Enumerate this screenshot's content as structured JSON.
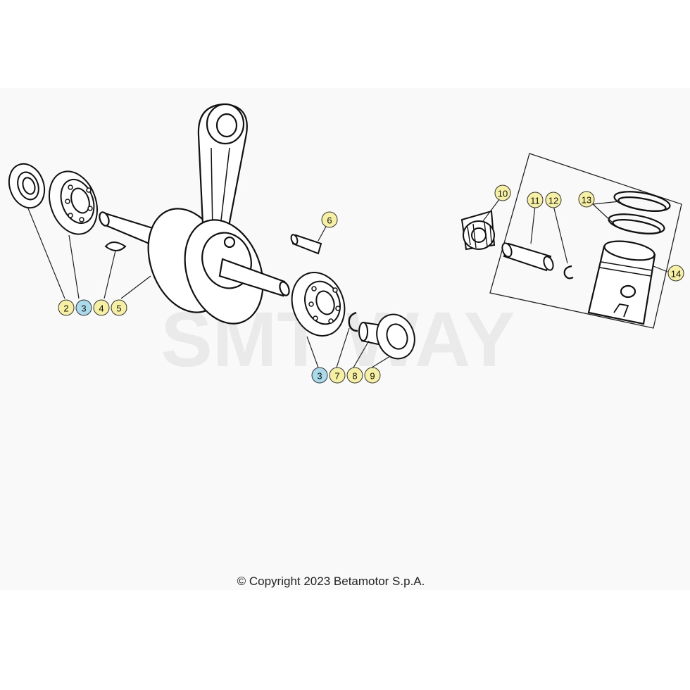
{
  "diagram": {
    "callouts": [
      {
        "label": "2",
        "color": "#f6f0a2"
      },
      {
        "label": "3",
        "color": "#a9dbea"
      },
      {
        "label": "4",
        "color": "#f6f0a2"
      },
      {
        "label": "5",
        "color": "#f6f0a2"
      },
      {
        "label": "6",
        "color": "#f6f0a2"
      },
      {
        "label": "3",
        "color": "#a9dbea"
      },
      {
        "label": "7",
        "color": "#f6f0a2"
      },
      {
        "label": "8",
        "color": "#f6f0a2"
      },
      {
        "label": "9",
        "color": "#f6f0a2"
      },
      {
        "label": "10",
        "color": "#f6f0a2"
      },
      {
        "label": "11",
        "color": "#f6f0a2"
      },
      {
        "label": "12",
        "color": "#f6f0a2"
      },
      {
        "label": "13",
        "color": "#f6f0a2"
      },
      {
        "label": "14",
        "color": "#f6f0a2"
      }
    ],
    "watermark": "SMT WAY",
    "copyright": "© Copyright 2023 Betamotor S.p.A."
  }
}
